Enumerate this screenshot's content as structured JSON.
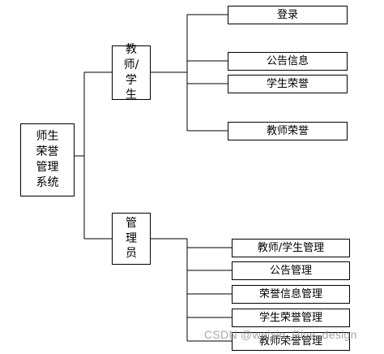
{
  "root": {
    "label": "师生\n荣誉\n管理\n系统"
  },
  "level1": [
    {
      "id": "teacher-student",
      "label": "教\n师/\n学\n生"
    },
    {
      "id": "admin",
      "label": "管\n理\n员"
    }
  ],
  "teacher_student_items": [
    "登录",
    "公告信息",
    "学生荣誉",
    "教师荣誉"
  ],
  "admin_items": [
    "教师/学生管理",
    "公告管理",
    "荣誉信息管理",
    "学生荣誉管理",
    "教师荣誉管理"
  ],
  "watermark": "CSDN @weixin_Rive_design"
}
